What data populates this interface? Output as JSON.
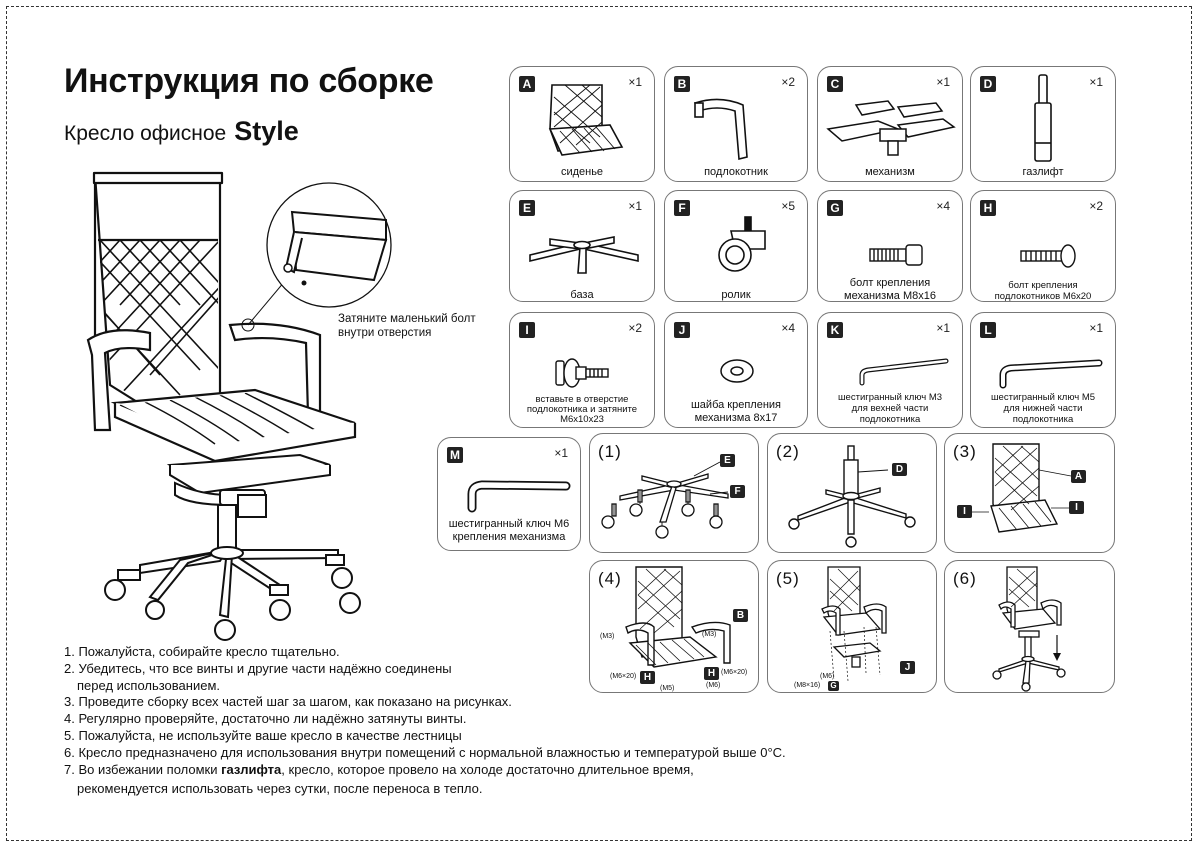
{
  "header": {
    "title": "Инструкция по сборке",
    "subtitle_prefix": "Кресло офисное",
    "subtitle_model": "Style"
  },
  "callout_note": {
    "line1": "Затяните маленький болт",
    "line2": "внутри отверстия"
  },
  "parts": [
    {
      "letter": "A",
      "qty": "×1",
      "caption1": "сиденье",
      "caption2": ""
    },
    {
      "letter": "B",
      "qty": "×2",
      "caption1": "подлокотник",
      "caption2": ""
    },
    {
      "letter": "C",
      "qty": "×1",
      "caption1": "механизм",
      "caption2": ""
    },
    {
      "letter": "D",
      "qty": "×1",
      "caption1": "газлифт",
      "caption2": ""
    },
    {
      "letter": "E",
      "qty": "×1",
      "caption1": "база",
      "caption2": ""
    },
    {
      "letter": "F",
      "qty": "×5",
      "caption1": "ролик",
      "caption2": ""
    },
    {
      "letter": "G",
      "qty": "×4",
      "caption1": "болт крепления",
      "caption2": "механизма М8х16"
    },
    {
      "letter": "H",
      "qty": "×2",
      "caption1": "болт крепления",
      "caption2": "подлокотников М6х20"
    },
    {
      "letter": "I",
      "qty": "×2",
      "caption1": "вставьте в отверстие",
      "caption2": "подлокотника и затяните",
      "caption3": "М6х10х23"
    },
    {
      "letter": "J",
      "qty": "×4",
      "caption1": "шайба крепления",
      "caption2": "механизма 8х17"
    },
    {
      "letter": "K",
      "qty": "×1",
      "caption1": "шестигранный ключ М3",
      "caption2": "для вехней части",
      "caption3": "подлокотника"
    },
    {
      "letter": "L",
      "qty": "×1",
      "caption1": "шестигранный ключ М5",
      "caption2": "для нижней части",
      "caption3": "подлокотника"
    },
    {
      "letter": "M",
      "qty": "×1",
      "caption1": "шестигранный ключ М6",
      "caption2": "крепления механизма"
    }
  ],
  "steps": [
    {
      "label": "(1)",
      "tags": [
        "E",
        "F"
      ]
    },
    {
      "label": "(2)",
      "tags": [
        "D"
      ]
    },
    {
      "label": "(3)",
      "tags": [
        "A",
        "I",
        "I"
      ]
    },
    {
      "label": "(4)",
      "tags": [
        "B",
        "H",
        "H"
      ],
      "notes": [
        "(M3)",
        "(M3)",
        "(M6×20)",
        "(M6×20)",
        "(M5)",
        "(M6)"
      ]
    },
    {
      "label": "(5)",
      "tags": [
        "J",
        "G"
      ],
      "notes": [
        "(M6)",
        "(M8×16)"
      ]
    },
    {
      "label": "(6)",
      "tags": []
    }
  ],
  "instructions": [
    "1. Пожалуйста, собирайте кресло тщательно.",
    "2. Убедитесь, что все винты и другие части надёжно  соединены",
    "перед использованием.",
    "3. Проведите сборку всех частей шаг за шагом,  как показано на рисунках.",
    "4. Регулярно проверяйте, достаточно ли надёжно затянуты винты.",
    "5. Пожалуйста, не используйте ваше кресло в качестве лестницы",
    "6.  Кресло предназначено для использования внутри помещений с нормальной влажностью и температурой выше 0°С.",
    "7.  Во избежании поломки ",
    "газлифта",
    ", кресло, которое провело на холоде достаточно длительное время,",
    "рекомендуется использовать через сутки, после переноса в тепло."
  ]
}
